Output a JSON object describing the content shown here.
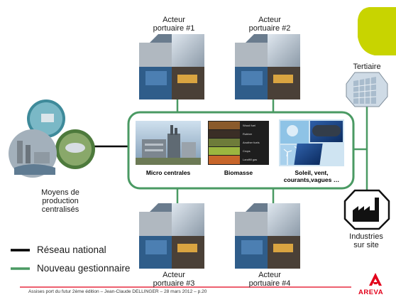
{
  "nodes": {
    "acteur1": "Acteur\nportuaire #1",
    "acteur2": "Acteur\nportuaire #2",
    "acteur3": "Acteur\nportuaire #3",
    "acteur4": "Acteur\nportuaire #4",
    "tertiaire": "Tertiaire",
    "industries": "Industries\nsur site",
    "moyens": "Moyens de\nproduction\ncentralisés"
  },
  "hub": {
    "micro": "Micro centrales",
    "biomasse": "Biomasse",
    "soleil": "Soleil, vent,\ncourants,vagues …",
    "biomass_rows": [
      "Wood fuel",
      "Rubber",
      "Another fuels",
      "Crops",
      "Landfill gas"
    ]
  },
  "legend": {
    "national": "Réseau national",
    "gestionnaire": "Nouveau gestionnaire"
  },
  "footer": "Assises port du futur 2ème édition – Jean-Claude DELLINGER – 28 mars 2012 – p.20",
  "brand": "AREVA",
  "colors": {
    "green": "#4a9a63",
    "black": "#000000",
    "lime": "#c8d400",
    "red": "#e2001a"
  }
}
